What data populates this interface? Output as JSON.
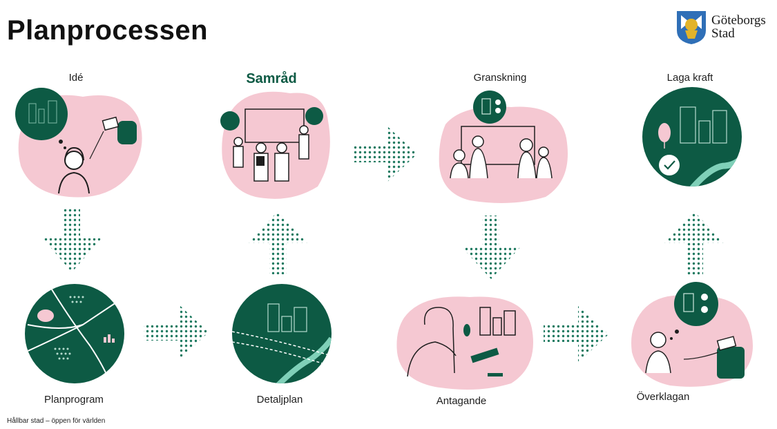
{
  "title": "Planprocessen",
  "logo": {
    "line1": "Göteborgs",
    "line2": "Stad"
  },
  "footer": "Hållbar stad – öppen för världen",
  "colors": {
    "dark_green": "#0d5a44",
    "pink": "#f5c8d2",
    "dots": "#1e7a60",
    "stream": "#7fd0b8"
  },
  "steps": {
    "ide": "Idé",
    "samrad": "Samråd",
    "granskning": "Granskning",
    "laga_kraft": "Laga kraft",
    "planprogram": "Planprogram",
    "detaljplan": "Detaljplan",
    "antagande": "Antagande",
    "overklagan": "Överklagan"
  },
  "active_step": "Samråd"
}
